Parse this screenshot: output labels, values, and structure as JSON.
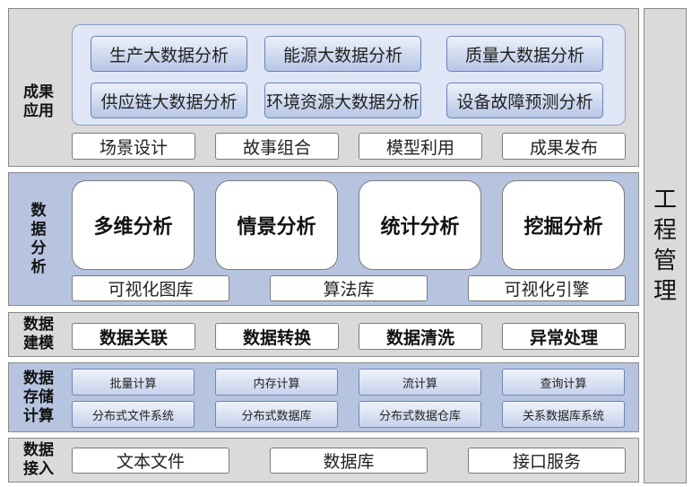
{
  "right_panel": {
    "label": "工程管理"
  },
  "layers": {
    "results": {
      "label": "成果应用",
      "analyses": [
        "生产大数据分析",
        "能源大数据分析",
        "质量大数据分析",
        "供应链大数据分析",
        "环境资源大数据分析",
        "设备故障预测分析"
      ],
      "tools": [
        "场景设计",
        "故事组合",
        "模型利用",
        "成果发布"
      ]
    },
    "analysis": {
      "label": "数据分析",
      "methods": [
        "多维分析",
        "情景分析",
        "统计分析",
        "挖掘分析"
      ],
      "libraries": [
        "可视化图库",
        "算法库",
        "可视化引擎"
      ]
    },
    "modeling": {
      "label": "数据建模",
      "items": [
        "数据关联",
        "数据转换",
        "数据清洗",
        "异常处理"
      ]
    },
    "storage": {
      "label": "数据存储计算",
      "compute": [
        "批量计算",
        "内存计算",
        "流计算",
        "查询计算"
      ],
      "systems": [
        "分布式文件系统",
        "分布式数据库",
        "分布式数据仓库",
        "关系数据库系统"
      ]
    },
    "ingest": {
      "label": "数据接入",
      "items": [
        "文本文件",
        "数据库",
        "接口服务"
      ]
    }
  }
}
